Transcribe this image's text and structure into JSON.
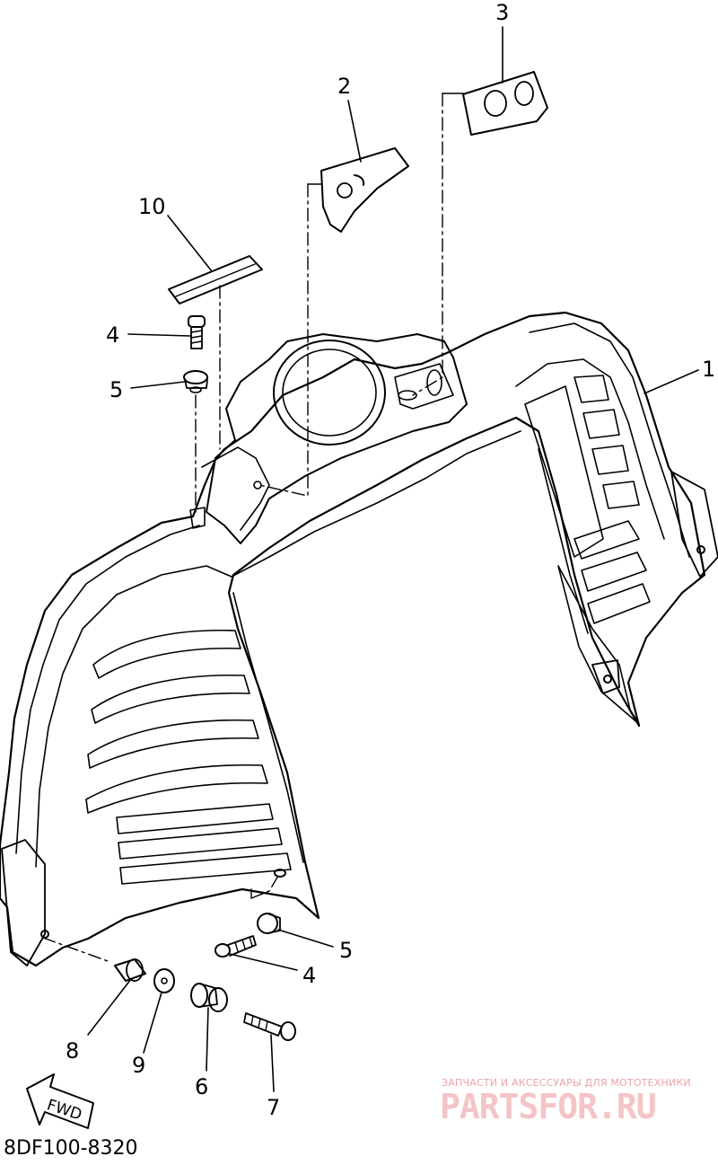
{
  "callouts": {
    "c1": "1",
    "c2": "2",
    "c3": "3",
    "c4a": "4",
    "c4b": "4",
    "c5a": "5",
    "c5b": "5",
    "c6": "6",
    "c7": "7",
    "c8": "8",
    "c9": "9",
    "c10": "10"
  },
  "fwd_label": "FWD",
  "diagram_code": "8DF100-8320",
  "watermark": {
    "tagline": "ЗАПЧАСТИ И АКСЕССУАРЫ ДЛЯ МОТОТЕХНИКИ",
    "logo": "PARTSFOR.RU"
  }
}
